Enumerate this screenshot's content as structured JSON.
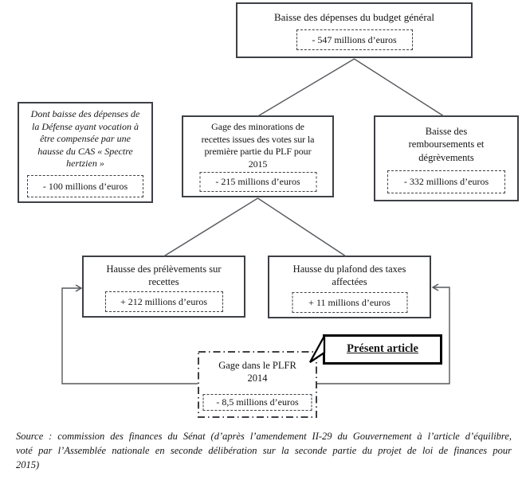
{
  "diagram": {
    "nodes": {
      "top": {
        "title": "Baisse des dépenses du budget général",
        "value": "- 547 millions d’euros"
      },
      "side": {
        "title": "Dont baisse des dépenses de\nla Défense ayant vocation à\nêtre compensée par une\nhausse du CAS « Spectre\nhertzien »",
        "value": "- 100 millions d’euros"
      },
      "middle": {
        "title": "Gage des minorations de\nrecettes issues des votes sur la\npremière partie du PLF pour\n2015",
        "value": "- 215 millions d’euros"
      },
      "right": {
        "title": "Baisse des\nremboursements et\ndégrèvements",
        "value": "- 332 millions d’euros"
      },
      "lower_left": {
        "title": "Hausse des prélèvements sur\nrecettes",
        "value": "+ 212 millions d’euros"
      },
      "lower_right": {
        "title": "Hausse du plafond des taxes\naffectées",
        "value": "+ 11 millions d’euros"
      },
      "plfr": {
        "title": "Gage dans le PLFR\n2014",
        "value": "- 8,5 millions d’euros"
      }
    },
    "callout": {
      "label": "Présent article"
    },
    "source": "Source : commission des finances du Sénat (d’après l’amendement II-29 du Gouvernement à l’article d’équilibre, voté par l’Assemblée nationale en seconde délibération sur la seconde partie du projet de loi de finances pour 2015)",
    "colors": {
      "box_border": "#3d4045",
      "connector_line": "#55585c",
      "callout_border": "#000000",
      "background": "#ffffff"
    }
  }
}
